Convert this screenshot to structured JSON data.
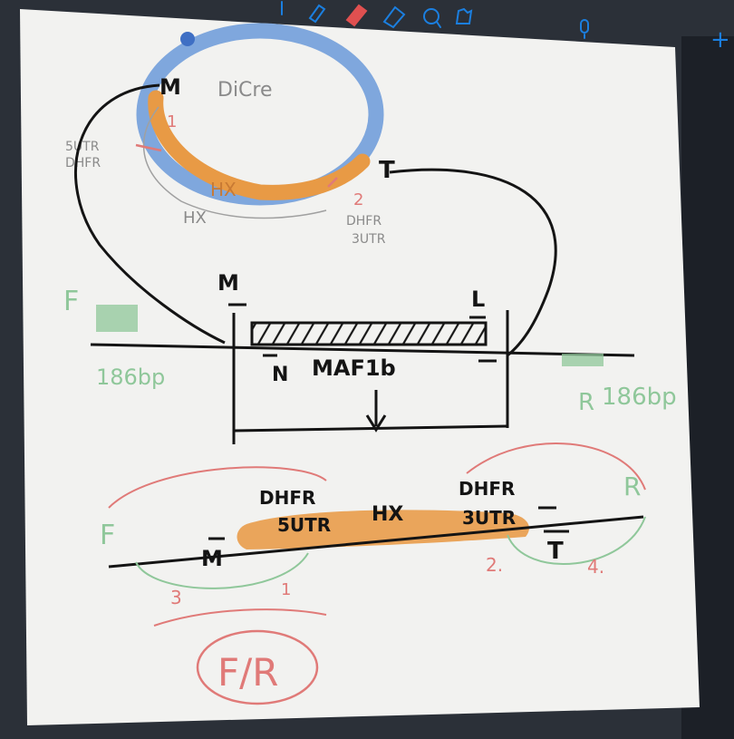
{
  "toolbar": {
    "tools": [
      "pen-tool",
      "marker-tool",
      "highlighter-tool",
      "eraser-tool",
      "lasso-tool",
      "hand-tool",
      "mic-tool",
      "add-tool"
    ],
    "add_label": "+"
  },
  "colors": {
    "board": "#f2f2f0",
    "ink_black": "#141414",
    "ink_red": "#e07a78",
    "ink_green": "#8fc79a",
    "ink_grey": "#8a8a8a",
    "ink_blue": "#1b7fe0",
    "plasmid_blue": "#7fa7dd",
    "orange_fill": "#e89a45"
  },
  "plasmid": {
    "name": "DiCre",
    "label_M": "M",
    "label_T": "T",
    "marker_1": "1",
    "marker_2": "2",
    "left_note_line1": "5UTR",
    "left_note_line2": "DHFR",
    "orange_label": "HX",
    "bottom_label": "HX",
    "right_note_line1": "DHFR",
    "right_note_line2": "3UTR"
  },
  "genome": {
    "left_primer": "F",
    "left_size": "186bp",
    "right_size_prefix": "R",
    "right_size": "186bp",
    "label_M": "M",
    "label_L": "L",
    "label_N": "N",
    "gene": "MAF1b"
  },
  "product": {
    "F": "F",
    "R": "R",
    "M": "M",
    "T": "T",
    "upstream_line1": "DHFR",
    "upstream_line2": "5UTR",
    "middle": "HX",
    "downstream_line1": "DHFR",
    "downstream_line2": "3UTR",
    "num_1": "1",
    "num_2": "2.",
    "num_3": "3",
    "num_4": "4.",
    "pair": "F/R"
  }
}
